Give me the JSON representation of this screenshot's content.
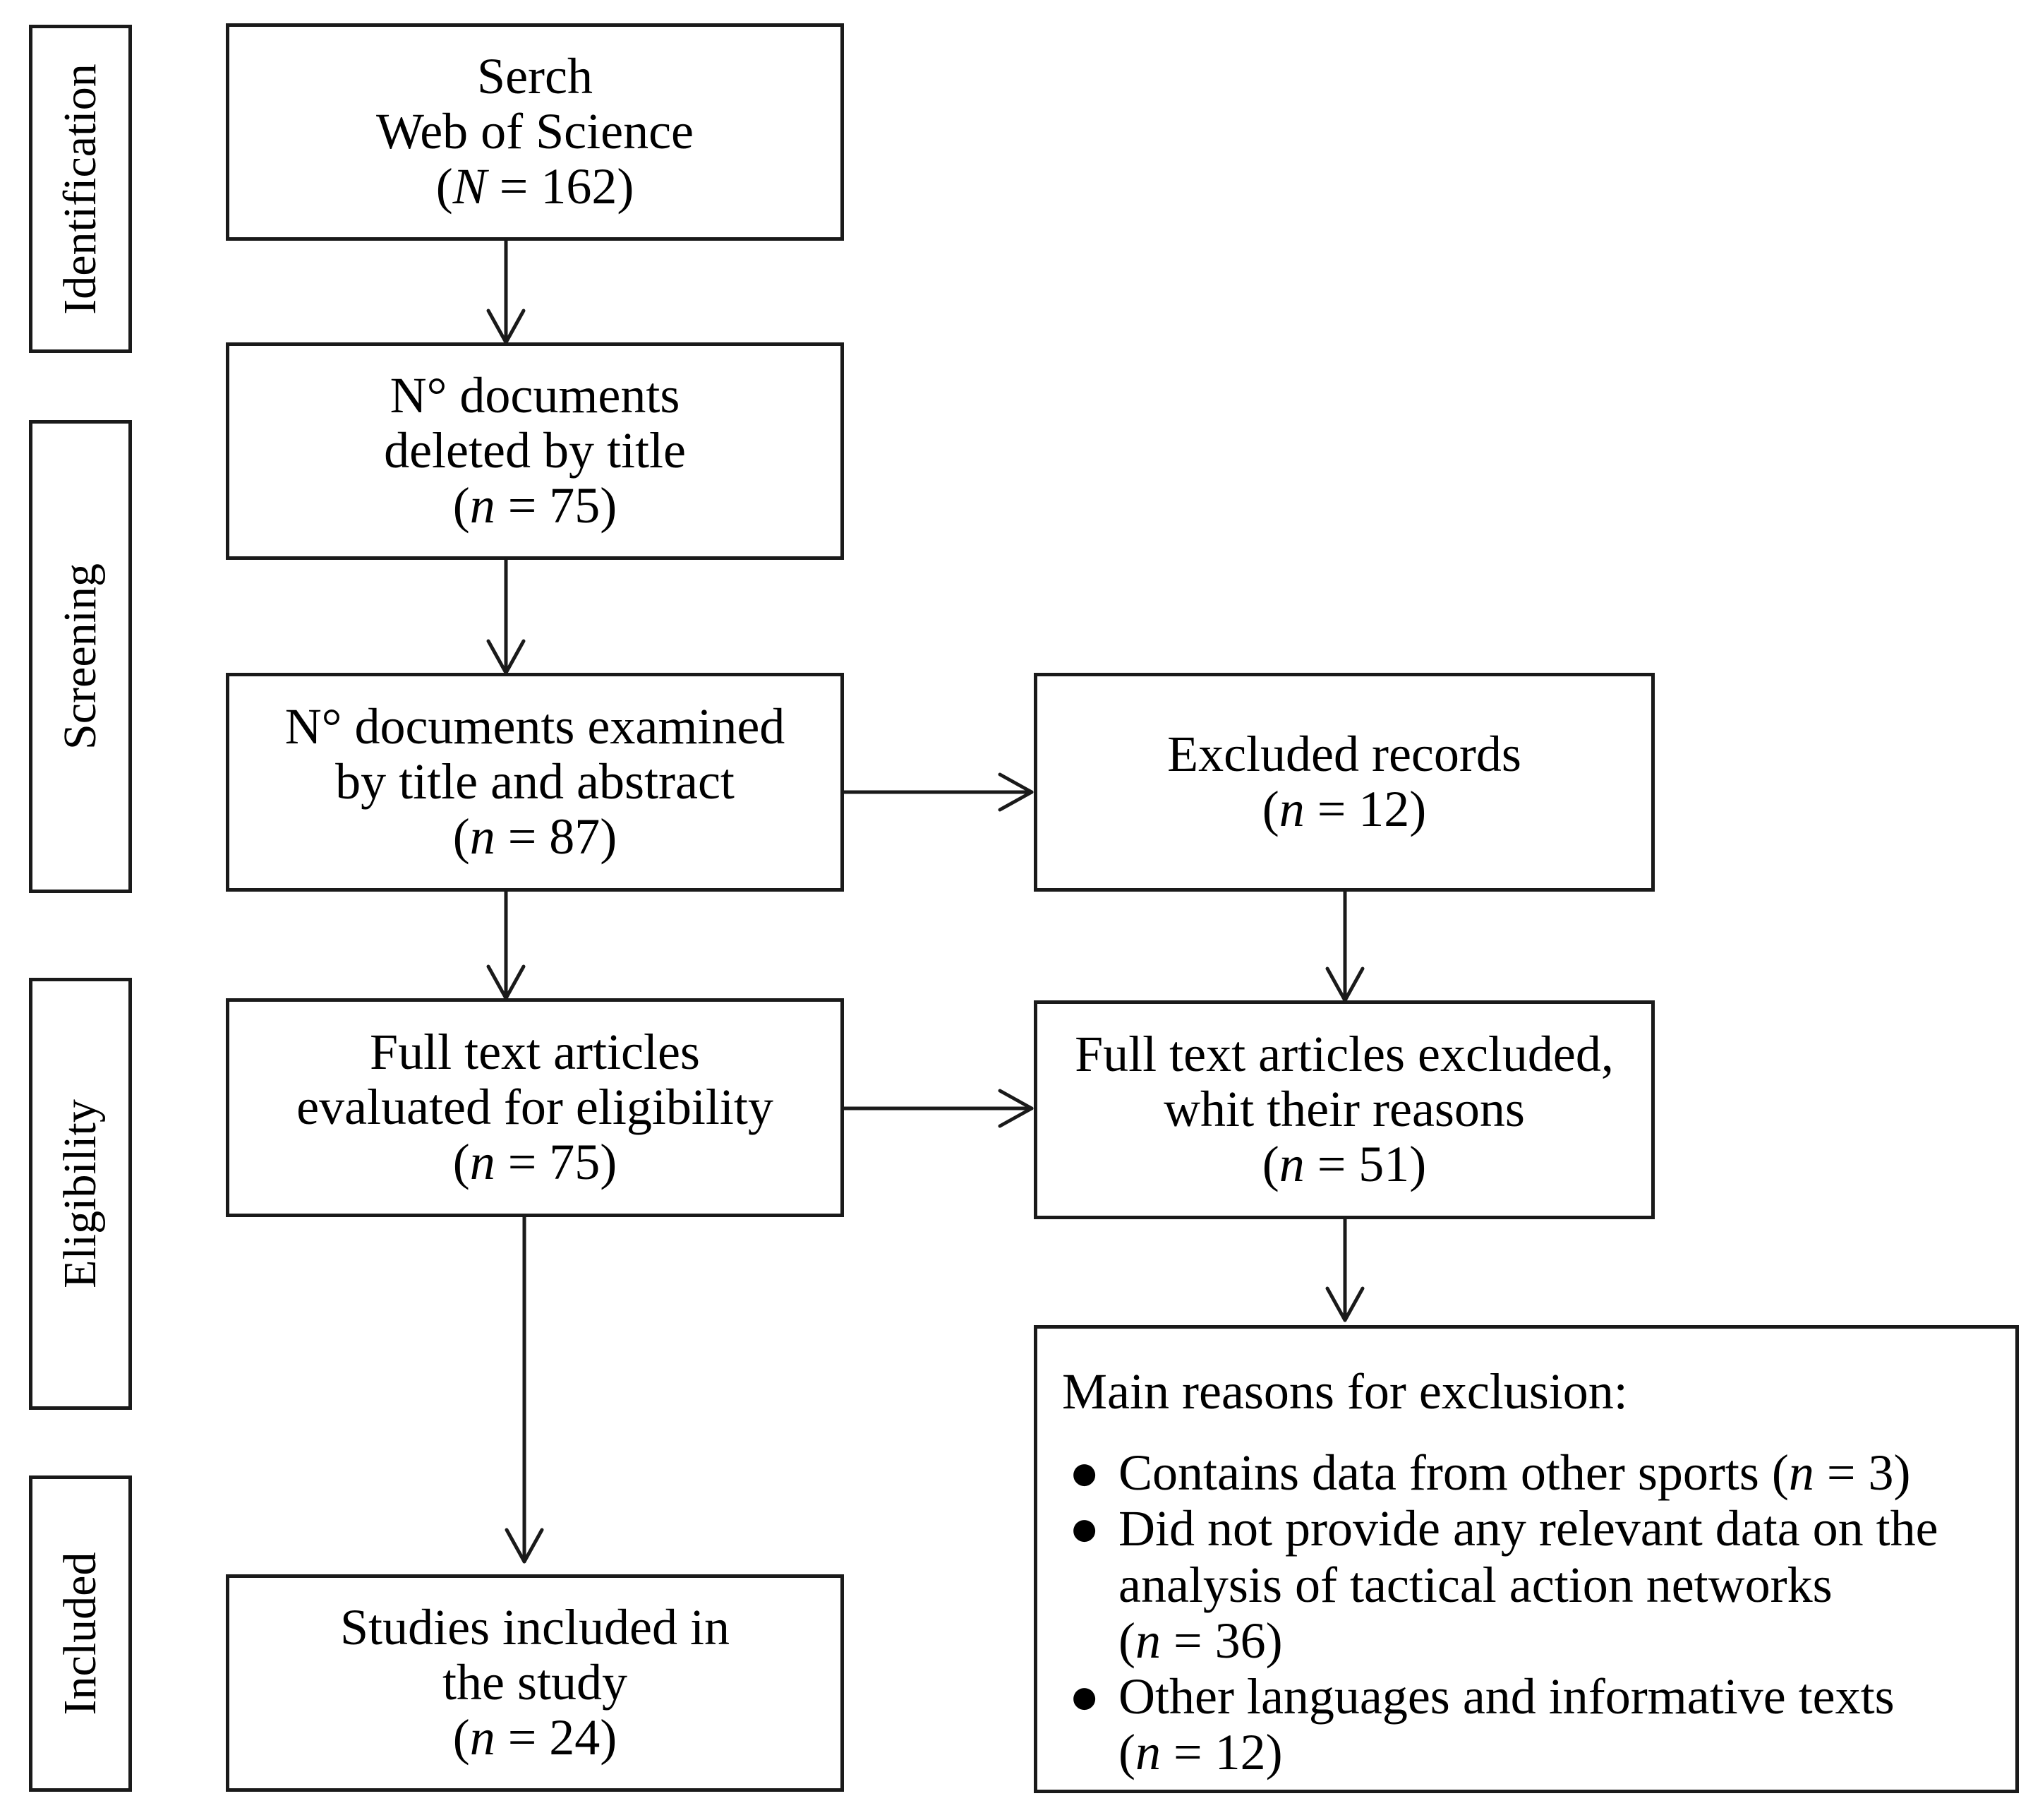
{
  "stages": [
    {
      "id": "identification",
      "label": "Identification"
    },
    {
      "id": "screening",
      "label": "Screening"
    },
    {
      "id": "eligibility",
      "label": "Eligibility"
    },
    {
      "id": "included",
      "label": "Included"
    }
  ],
  "boxes": {
    "search": {
      "line1": "Serch",
      "line2": "Web of Science",
      "count_var": "N",
      "count": "162"
    },
    "deleted": {
      "line1": "N° documents",
      "line2": "deleted by title",
      "count_var": "n",
      "count": "75"
    },
    "examined": {
      "line1": "N° documents examined",
      "line2": "by title and abstract",
      "count_var": "n",
      "count": "87"
    },
    "excluded_records": {
      "line1": "Excluded records",
      "count_var": "n",
      "count": "12"
    },
    "full_text": {
      "line1": "Full text articles",
      "line2": "evaluated for eligibility",
      "count_var": "n",
      "count": "75"
    },
    "full_text_excluded": {
      "line1": "Full text articles excluded,",
      "line2": "whit their reasons",
      "count_var": "n",
      "count": "51"
    },
    "included": {
      "line1": "Studies included in",
      "line2": "the study",
      "count_var": "n",
      "count": "24"
    }
  },
  "reasons": {
    "title": "Main reasons for exclusion:",
    "bullet": "●",
    "items": [
      {
        "text": "Contains data from other sports",
        "count_var": "n",
        "count": "3"
      },
      {
        "text": "Did not provide any relevant data on the analysis of tactical action networks",
        "count_var": "n",
        "count": "36"
      },
      {
        "text": "Other languages and informative texts",
        "count_var": "n",
        "count": "12"
      }
    ]
  }
}
